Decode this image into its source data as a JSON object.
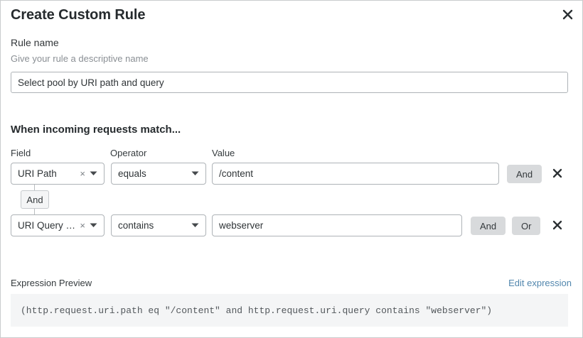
{
  "modal": {
    "title": "Create Custom Rule",
    "close_icon": "close-icon"
  },
  "rule_name": {
    "label": "Rule name",
    "help": "Give your rule a descriptive name",
    "value": "Select pool by URI path and query",
    "placeholder": ""
  },
  "conditions_section": {
    "heading": "When incoming requests match...",
    "columns": {
      "field": "Field",
      "operator": "Operator",
      "value": "Value"
    },
    "connector": {
      "label": "And"
    },
    "rows": [
      {
        "field": "URI Path",
        "operator": "equals",
        "value": "/content",
        "clear_icon": "clear-x-icon",
        "caret_icon": "chevron-down-icon",
        "logic_buttons": [
          "And"
        ],
        "delete_icon": "delete-x-icon"
      },
      {
        "field": "URI Query St...",
        "operator": "contains",
        "value": "webserver",
        "clear_icon": "clear-x-icon",
        "caret_icon": "chevron-down-icon",
        "logic_buttons": [
          "And",
          "Or"
        ],
        "delete_icon": "delete-x-icon"
      }
    ]
  },
  "expression_preview": {
    "label": "Expression Preview",
    "edit_link": "Edit expression",
    "code": "(http.request.uri.path eq \"/content\" and http.request.uri.query contains \"webserver\")"
  },
  "colors": {
    "link": "#5186ad",
    "logic_button_bg": "#d8dadc",
    "preview_bg": "#f4f5f6",
    "border": "#aeb3b7"
  }
}
